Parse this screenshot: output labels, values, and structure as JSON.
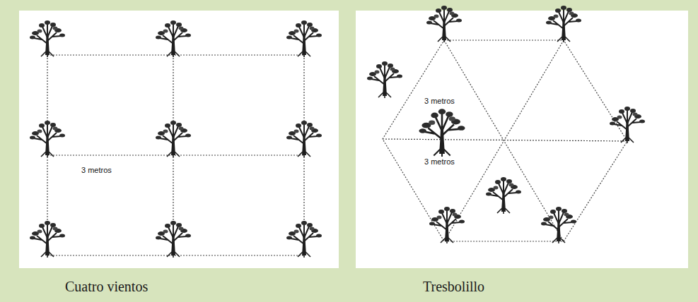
{
  "diagram": {
    "labels": [
      "3 metros",
      "3 metros",
      "3 metros",
      "Cuatro vientos",
      "Tresbolillo"
    ]
  }
}
